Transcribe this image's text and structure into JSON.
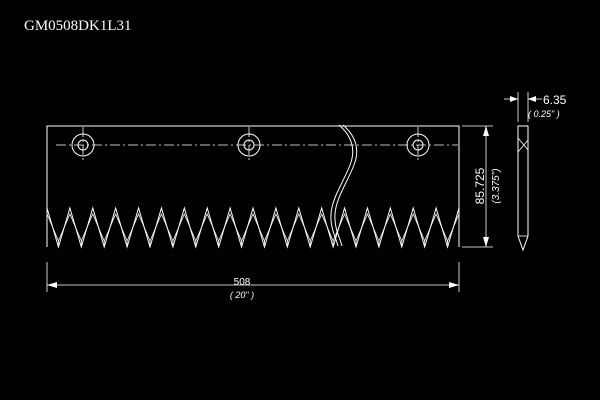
{
  "drawing": {
    "part_number": "GM0508DK1L31"
  },
  "dimensions": {
    "length_mm": "508",
    "length_in": "( 20\" )",
    "height_mm": "85.725",
    "height_in": "(3.375\")",
    "thickness_mm": "6.35",
    "thickness_in": "( 0.25\" )"
  },
  "blade": {
    "tooth_count": 18,
    "hole_count": 3
  },
  "colors": {
    "background": "#000000",
    "linework": "#ffffff"
  }
}
